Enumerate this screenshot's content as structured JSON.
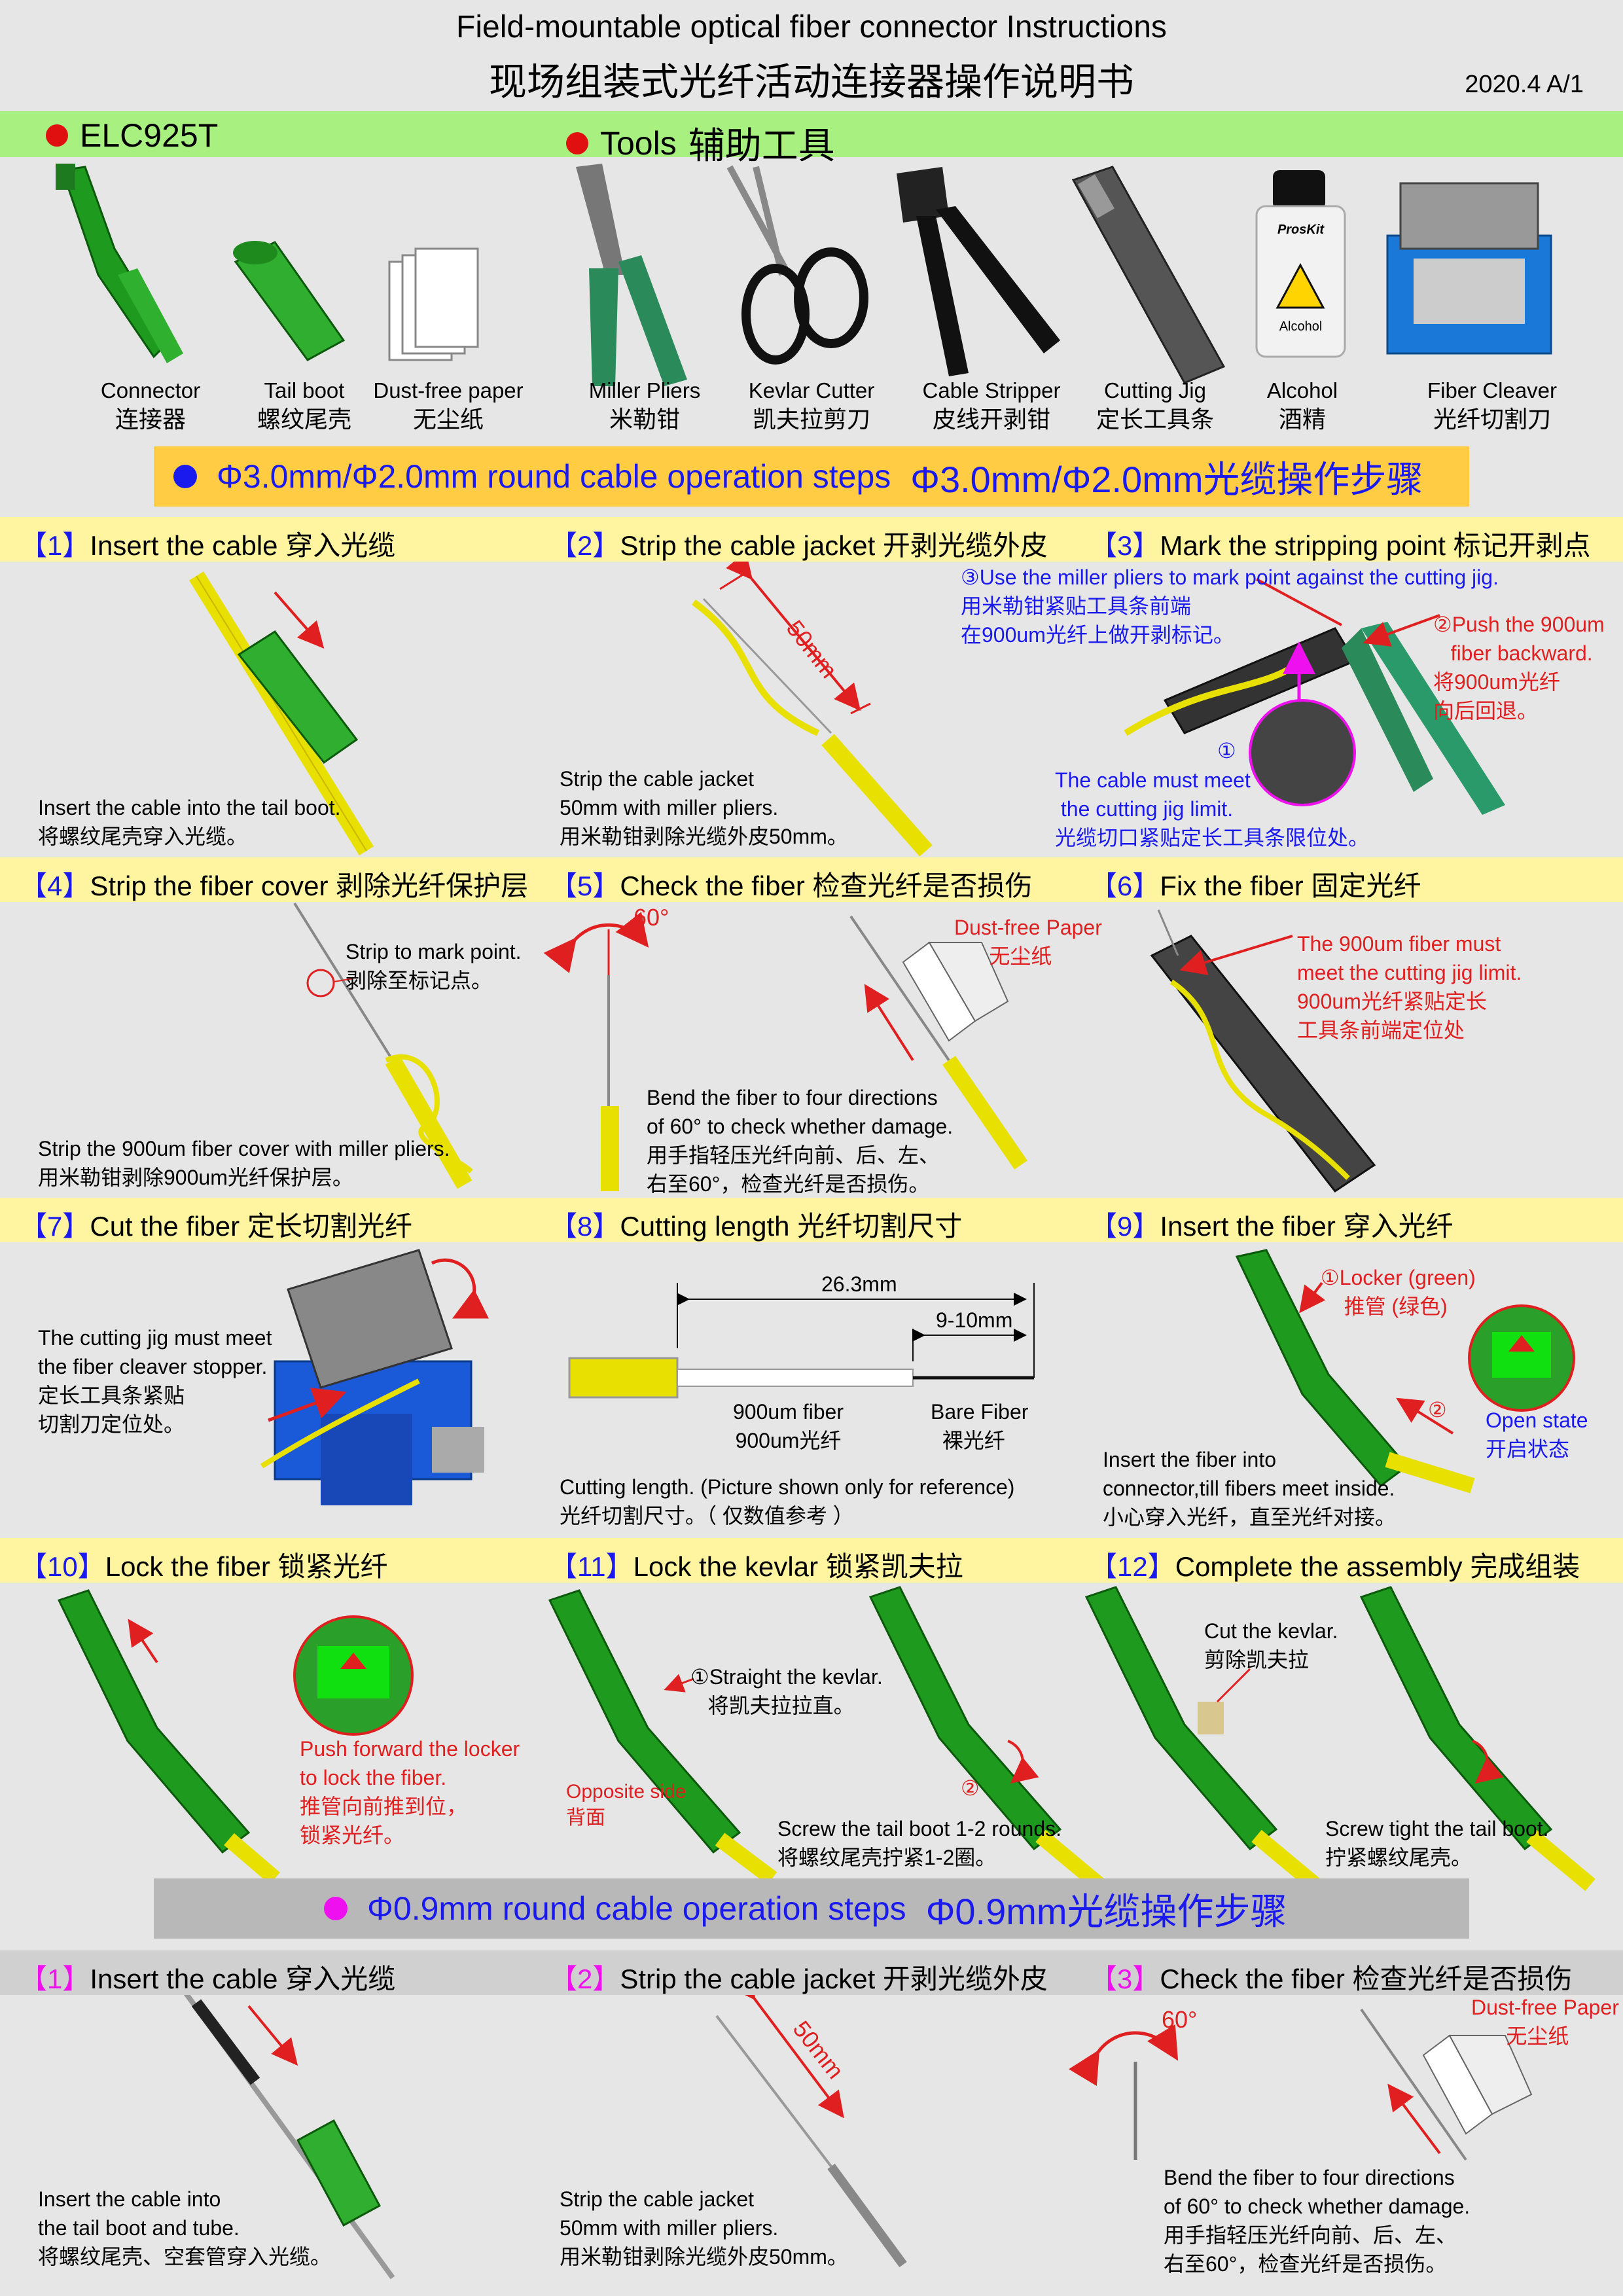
{
  "header": {
    "title_en": "Field-mountable optical fiber connector Instructions",
    "title_cn": "现场组装式光纤活动连接器操作说明书",
    "version": "2020.4  A/1"
  },
  "colors": {
    "green_bar": "#a8f080",
    "yellow_bar": "#fff4a0",
    "orange_banner": "#ffcc44",
    "gray_banner": "#b8b8b8",
    "blue_text": "#1a1aee",
    "red_text": "#e02020",
    "magenta": "#ee10ee"
  },
  "product": {
    "name": "ELC925T"
  },
  "tools_header": {
    "label_en": "Tools",
    "label_cn": "辅助工具"
  },
  "parts": [
    {
      "en": "Connector",
      "cn": "连接器"
    },
    {
      "en": "Tail boot",
      "cn": "螺纹尾壳"
    },
    {
      "en": "Dust-free paper",
      "cn": "无尘纸"
    }
  ],
  "tools": [
    {
      "en": "Miller Pliers",
      "cn": "米勒钳"
    },
    {
      "en": "Kevlar Cutter",
      "cn": "凯夫拉剪刀"
    },
    {
      "en": "Cable Stripper",
      "cn": "皮线开剥钳"
    },
    {
      "en": "Cutting Jig",
      "cn": "定长工具条"
    },
    {
      "en": "Alcohol",
      "cn": "酒精"
    },
    {
      "en": "Fiber Cleaver",
      "cn": "光纤切割刀"
    }
  ],
  "alcohol_bottle": {
    "brand": "ProsKit",
    "label": "Alcohol"
  },
  "banner1": {
    "en": "Φ3.0mm/Φ2.0mm round cable operation steps",
    "cn": "Φ3.0mm/Φ2.0mm光缆操作步骤"
  },
  "banner2": {
    "en": "Φ0.9mm round cable operation steps",
    "cn": "Φ0.9mm光缆操作步骤"
  },
  "steps": [
    {
      "num": "【1】",
      "title": "Insert the cable  穿入光缆"
    },
    {
      "num": "【2】",
      "title": "Strip the cable jacket  开剥光缆外皮"
    },
    {
      "num": "【3】",
      "title": "Mark the stripping point  标记开剥点"
    },
    {
      "num": "【4】",
      "title": "Strip the fiber cover  剥除光纤保护层"
    },
    {
      "num": "【5】",
      "title": "Check the fiber  检查光纤是否损伤"
    },
    {
      "num": "【6】",
      "title": "Fix the fiber  固定光纤"
    },
    {
      "num": "【7】",
      "title": "Cut the fiber  定长切割光纤"
    },
    {
      "num": "【8】",
      "title": "Cutting length  光纤切割尺寸"
    },
    {
      "num": "【9】",
      "title": "Insert the fiber  穿入光纤"
    },
    {
      "num": "【10】",
      "title": "Lock the fiber  锁紧光纤"
    },
    {
      "num": "【11】",
      "title": "Lock the kevlar  锁紧凯夫拉"
    },
    {
      "num": "【12】",
      "title": "Complete the assembly  完成组装"
    }
  ],
  "steps09": [
    {
      "num": "【1】",
      "title": "Insert the cable  穿入光缆"
    },
    {
      "num": "【2】",
      "title": "Strip the cable jacket  开剥光缆外皮"
    },
    {
      "num": "【3】",
      "title": "Check the fiber  检查光纤是否损伤"
    }
  ],
  "notes": {
    "s1": "Insert the cable into the tail boot.\n将螺纹尾壳穿入光缆。",
    "s2": "Strip the cable jacket\n50mm with miller pliers.\n用米勒钳剥除光缆外皮50mm。",
    "s2_dim": "50mm",
    "s3_a": "③Use the miller pliers to mark point against the cutting jig.\n用米勒钳紧贴工具条前端\n在900um光纤上做开剥标记。",
    "s3_b": "②Push the 900um\n   fiber backward.\n将900um光纤\n向后回退。",
    "s3_c": "The cable must meet\n the cutting jig limit.\n光缆切口紧贴定长工具条限位处。",
    "s3_circ1": "①",
    "s4_a": "Strip to mark point.\n剥除至标记点。",
    "s4_b": "Strip the 900um fiber cover with miller pliers.\n用米勒钳剥除900um光纤保护层。",
    "s5_angle": "60°",
    "s5_paper": "Dust-free Paper\n      无尘纸",
    "s5_b": "Bend the fiber to four directions\nof 60° to check whether damage.\n用手指轻压光纤向前、后、左、\n右至60°，检查光纤是否损伤。",
    "s6": "The 900um fiber must\nmeet the cutting jig limit.\n900um光纤紧贴定长\n工具条前端定位处",
    "s7": "The cutting jig must meet\nthe fiber cleaver stopper.\n定长工具条紧贴\n切割刀定位处。",
    "s8_total": "26.3mm",
    "s8_bare": "9-10mm",
    "s8_fiber": "900um fiber\n900um光纤",
    "s8_barefiber": "Bare Fiber\n  裸光纤",
    "s8_note": "Cutting length. (Picture shown only for reference)\n光纤切割尺寸。（ 仅数值参考 ）",
    "s9_locker": "①Locker (green)\n    推管 (绿色)",
    "s9_circ2": "②",
    "s9_open": "Open state\n开启状态",
    "s9_note": "Insert the fiber into\nconnector,till fibers meet inside.\n小心穿入光纤，直至光纤对接。",
    "s10": "Push forward the locker\nto lock the fiber.\n推管向前推到位，\n锁紧光纤。",
    "s11_a": "①Straight the kevlar.\n   将凯夫拉拉直。",
    "s11_b": "Opposite side\n背面",
    "s11_circ2": "②",
    "s11_c": "Screw the tail boot 1-2 rounds.\n将螺纹尾壳拧紧1-2圈。",
    "s12_a": "Cut the kevlar.\n剪除凯夫拉",
    "s12_b": "Screw tight the tail boot.\n拧紧螺纹尾壳。",
    "b1": "Insert the cable into\nthe tail boot and tube.\n将螺纹尾壳、空套管穿入光缆。",
    "b2": "Strip the cable jacket\n50mm with miller pliers.\n用米勒钳剥除光缆外皮50mm。",
    "b2_dim": "50mm",
    "b3_angle": "60°",
    "b3_paper": "Dust-free Paper\n      无尘纸",
    "b3": "Bend the fiber to four directions\nof 60° to check whether damage.\n用手指轻压光纤向前、后、左、\n右至60°，检查光纤是否损伤。"
  }
}
